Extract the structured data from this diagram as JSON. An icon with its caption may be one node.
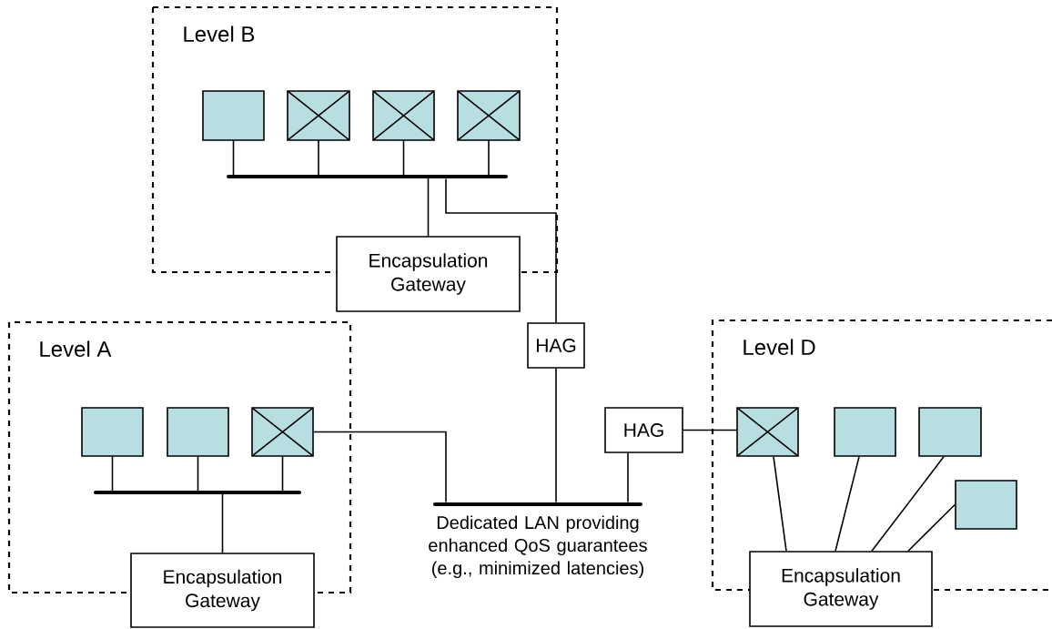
{
  "diagram": {
    "nodes": [
      {
        "text": [
          "Level B"
        ]
      },
      {
        "text": [],
        "shape": "box",
        "in": 0
      },
      {
        "text": [],
        "shape": "crossed-box",
        "in": 0
      },
      {
        "text": [],
        "shape": "crossed-box",
        "in": 0
      },
      {
        "text": [],
        "shape": "crossed-box",
        "in": 0
      },
      {
        "text": [],
        "shape": "bar",
        "in": 0
      },
      {
        "text": [
          "Encapsulation Gateway"
        ]
      },
      {
        "text": [
          "Level A"
        ]
      },
      {
        "text": [],
        "shape": "box",
        "in": 7
      },
      {
        "text": [],
        "shape": "box",
        "in": 7
      },
      {
        "text": [],
        "shape": "crossed-box",
        "in": 7
      },
      {
        "text": [],
        "shape": "bar",
        "in": 7
      },
      {
        "text": [
          "Encapsulation Gateway"
        ]
      },
      {
        "text": [
          "HAG"
        ]
      },
      {
        "text": [
          "HAG"
        ]
      },
      {
        "text": [],
        "shape": "bar",
        "beside": [
          "Dedicated LAN providing enhanced QoS guarantees (e.g., minimized latencies)"
        ]
      },
      {
        "text": [
          "Level D"
        ]
      },
      {
        "text": [],
        "shape": "crossed-box",
        "in": 16
      },
      {
        "text": [],
        "shape": "box",
        "in": 16
      },
      {
        "text": [],
        "shape": "box",
        "in": 16
      },
      {
        "text": [],
        "shape": "box",
        "in": 16
      },
      {
        "text": [
          "Encapsulation Gateway"
        ]
      }
    ],
    "edges": [
      {
        "from": 1,
        "to": 5,
        "arrow": "none"
      },
      {
        "from": 2,
        "to": 5,
        "arrow": "none"
      },
      {
        "from": 3,
        "to": 5,
        "arrow": "none"
      },
      {
        "from": 4,
        "to": 5,
        "arrow": "none"
      },
      {
        "from": 5,
        "to": 6,
        "arrow": "none"
      },
      {
        "from": 5,
        "to": 13,
        "arrow": "none"
      },
      {
        "from": 8,
        "to": 11,
        "arrow": "none"
      },
      {
        "from": 9,
        "to": 11,
        "arrow": "none"
      },
      {
        "from": 10,
        "to": 11,
        "arrow": "none"
      },
      {
        "from": 11,
        "to": 12,
        "arrow": "none"
      },
      {
        "from": 10,
        "to": 15,
        "arrow": "none"
      },
      {
        "from": 13,
        "to": 15,
        "arrow": "none"
      },
      {
        "from": 14,
        "to": 15,
        "arrow": "none"
      },
      {
        "from": 14,
        "to": 17,
        "arrow": "none"
      },
      {
        "from": 17,
        "to": 21,
        "arrow": "none"
      },
      {
        "from": 18,
        "to": 21,
        "arrow": "none"
      },
      {
        "from": 19,
        "to": 21,
        "arrow": "none"
      },
      {
        "from": 20,
        "to": 21,
        "arrow": "none"
      }
    ]
  }
}
